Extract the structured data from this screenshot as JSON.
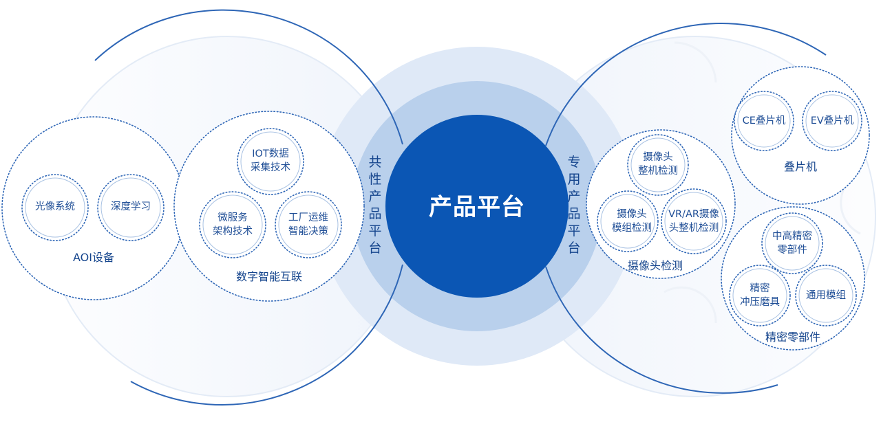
{
  "center": {
    "title": "产品平台"
  },
  "common_platform": {
    "title": "共性产品平台",
    "groups": [
      {
        "label": "AOI设备",
        "items": [
          "光像系统",
          "深度学习"
        ]
      },
      {
        "label": "数字智能互联",
        "items": [
          "IOT数据\n采集技术",
          "微服务\n架构技术",
          "工厂运维\n智能决策"
        ]
      }
    ]
  },
  "special_platform": {
    "title": "专用产品平台",
    "groups": [
      {
        "label": "摄像头检测",
        "items": [
          "摄像头\n整机检测",
          "摄像头\n模组检测",
          "VR/AR摄像\n头整机检测"
        ]
      },
      {
        "label": "叠片机",
        "items": [
          "CE叠片机",
          "EV叠片机"
        ]
      },
      {
        "label": "精密零部件",
        "items": [
          "中高精密\n零部件",
          "精密\n冲压磨具",
          "通用模组"
        ]
      }
    ]
  },
  "colors": {
    "core": "#0b56b4",
    "ring_mid": "#b9d0ec",
    "ring_outer": "#dfe9f7",
    "arc_line": "#2e66b6",
    "text": "#1f4e96",
    "dotted": "#2e66b6"
  }
}
